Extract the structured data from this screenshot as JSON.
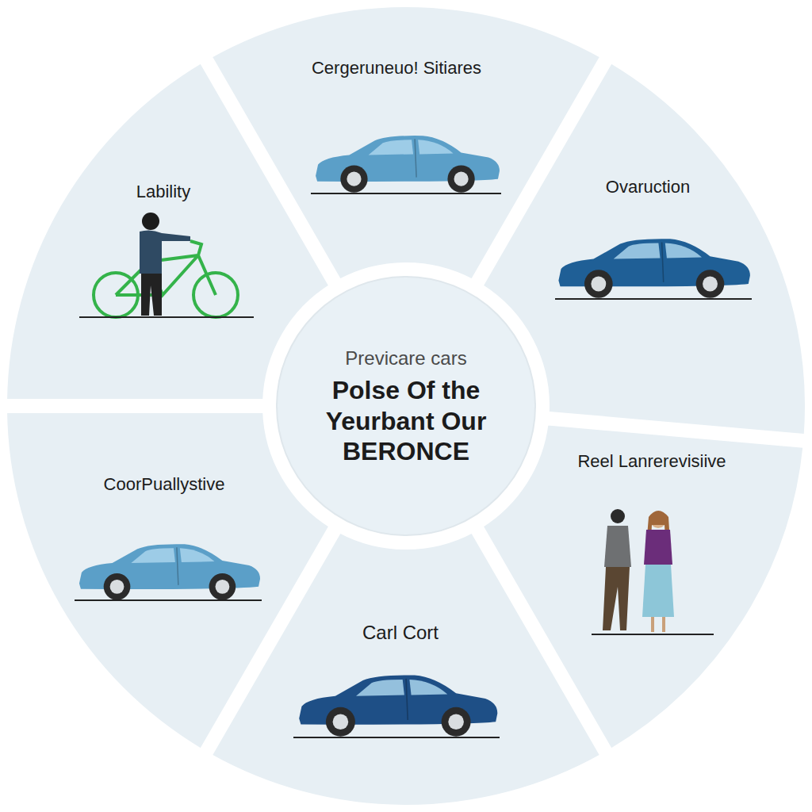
{
  "diagram": {
    "nodes": [
      {
        "text": [
          "Cergeruneuo! Sitiares"
        ]
      },
      {
        "text": [
          "Lability"
        ]
      },
      {
        "text": [
          "Ovaruction"
        ]
      },
      {
        "text": [
          "Previcare cars",
          "Polse Of the Yeurbant Our BERONCE"
        ]
      },
      {
        "text": [
          "CoorPuallystive"
        ]
      },
      {
        "text": [
          "Reel Lanrerevisiive"
        ]
      },
      {
        "text": [
          "Carl Cort"
        ]
      }
    ]
  }
}
